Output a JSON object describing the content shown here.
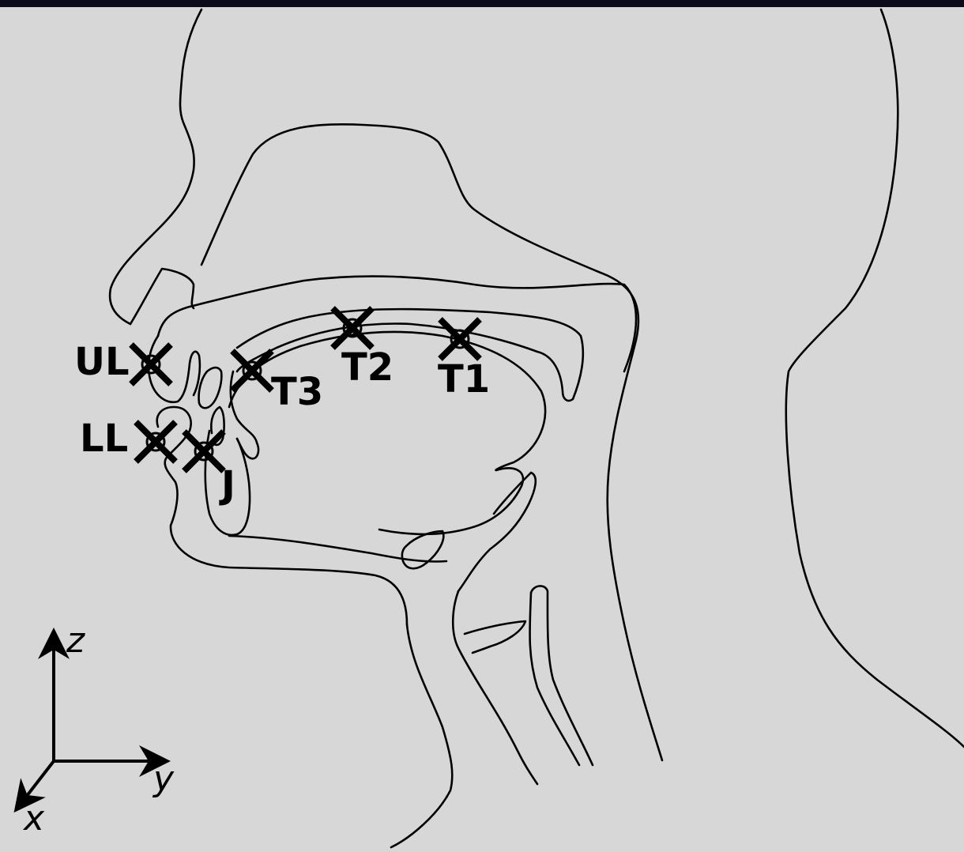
{
  "diagram": {
    "colors": {
      "background": "#d7d7d7",
      "stroke": "#000000",
      "top_bar": "#0b0b1c"
    },
    "sensors": [
      {
        "id": "ul",
        "label": "UL"
      },
      {
        "id": "ll",
        "label": "LL"
      },
      {
        "id": "j",
        "label": "J"
      },
      {
        "id": "t3",
        "label": "T3"
      },
      {
        "id": "t2",
        "label": "T2"
      },
      {
        "id": "t1",
        "label": "T1"
      }
    ],
    "axes": {
      "z": "z",
      "y": "y",
      "x": "x"
    }
  }
}
